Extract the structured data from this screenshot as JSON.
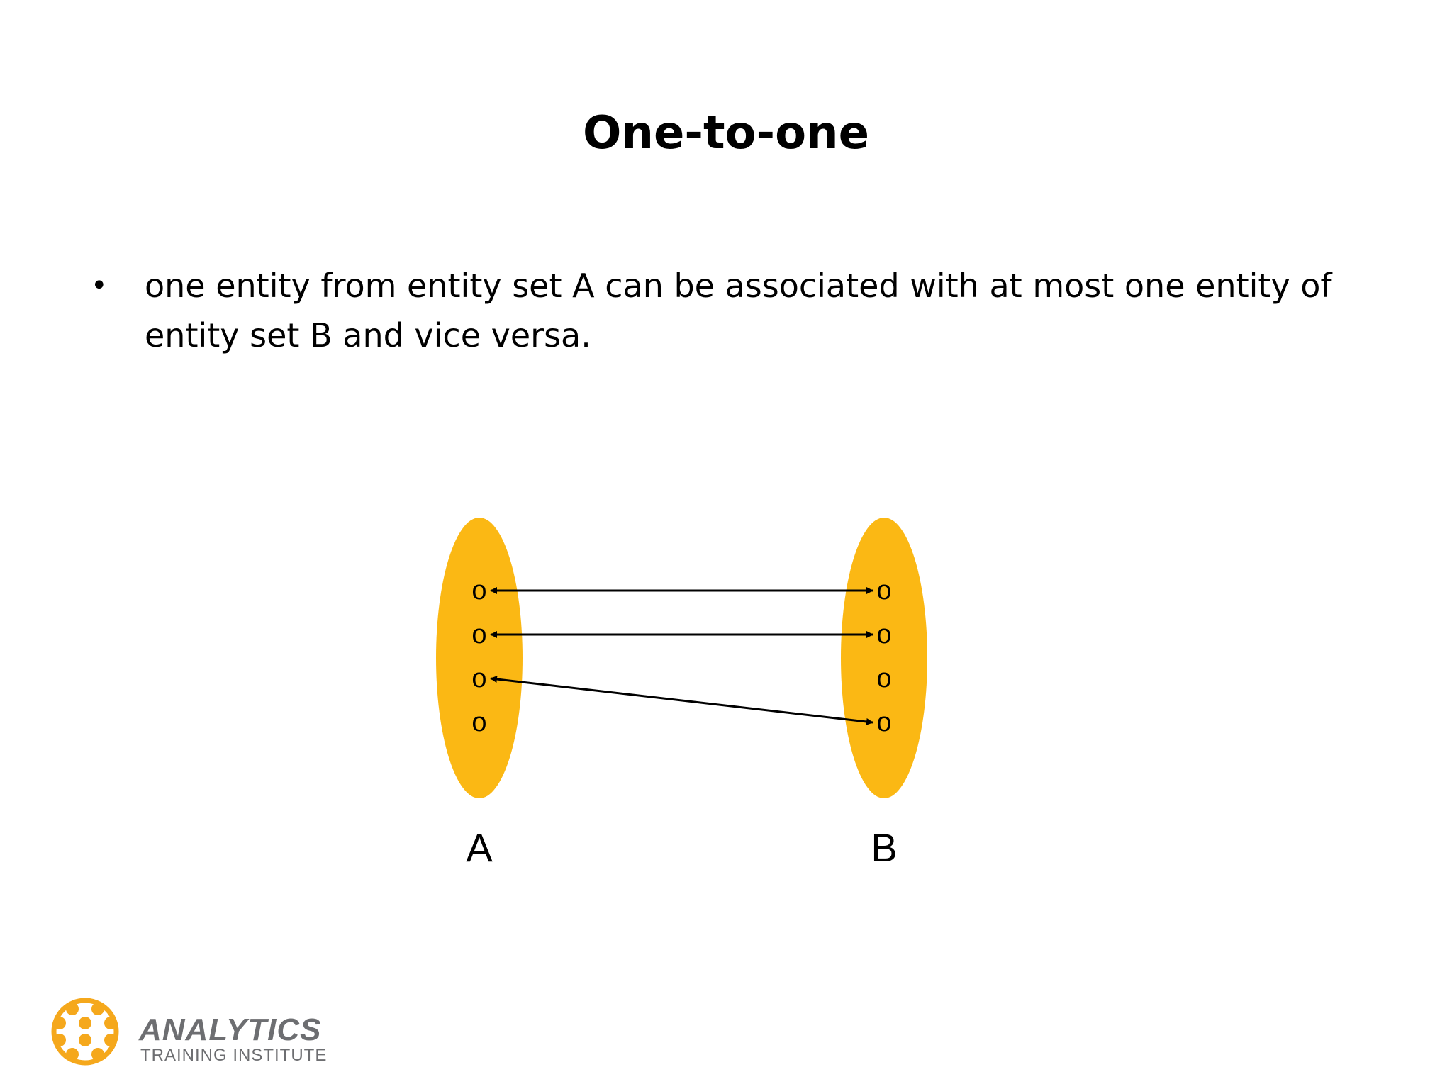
{
  "slide": {
    "title": "One-to-one",
    "bullets": [
      {
        "mark": "•",
        "text": "one entity from entity set A can be associated with at most one entity of entity set B and vice versa."
      }
    ]
  },
  "diagram": {
    "set_a_label": "A",
    "set_b_label": "B",
    "entity_glyph": "o",
    "set_a_entity_count": 4,
    "set_b_entity_count": 4,
    "mappings": [
      {
        "from": 1,
        "to": 1
      },
      {
        "from": 2,
        "to": 2
      },
      {
        "from": 3,
        "to": 4
      }
    ],
    "colors": {
      "set_fill": "#FBB814",
      "line": "#000000"
    }
  },
  "logo": {
    "main": "ANALYTICS",
    "sub": "TRAINING INSTITUTE",
    "colors": {
      "mark": "#F5A81C",
      "text": "#6d6e71"
    }
  }
}
